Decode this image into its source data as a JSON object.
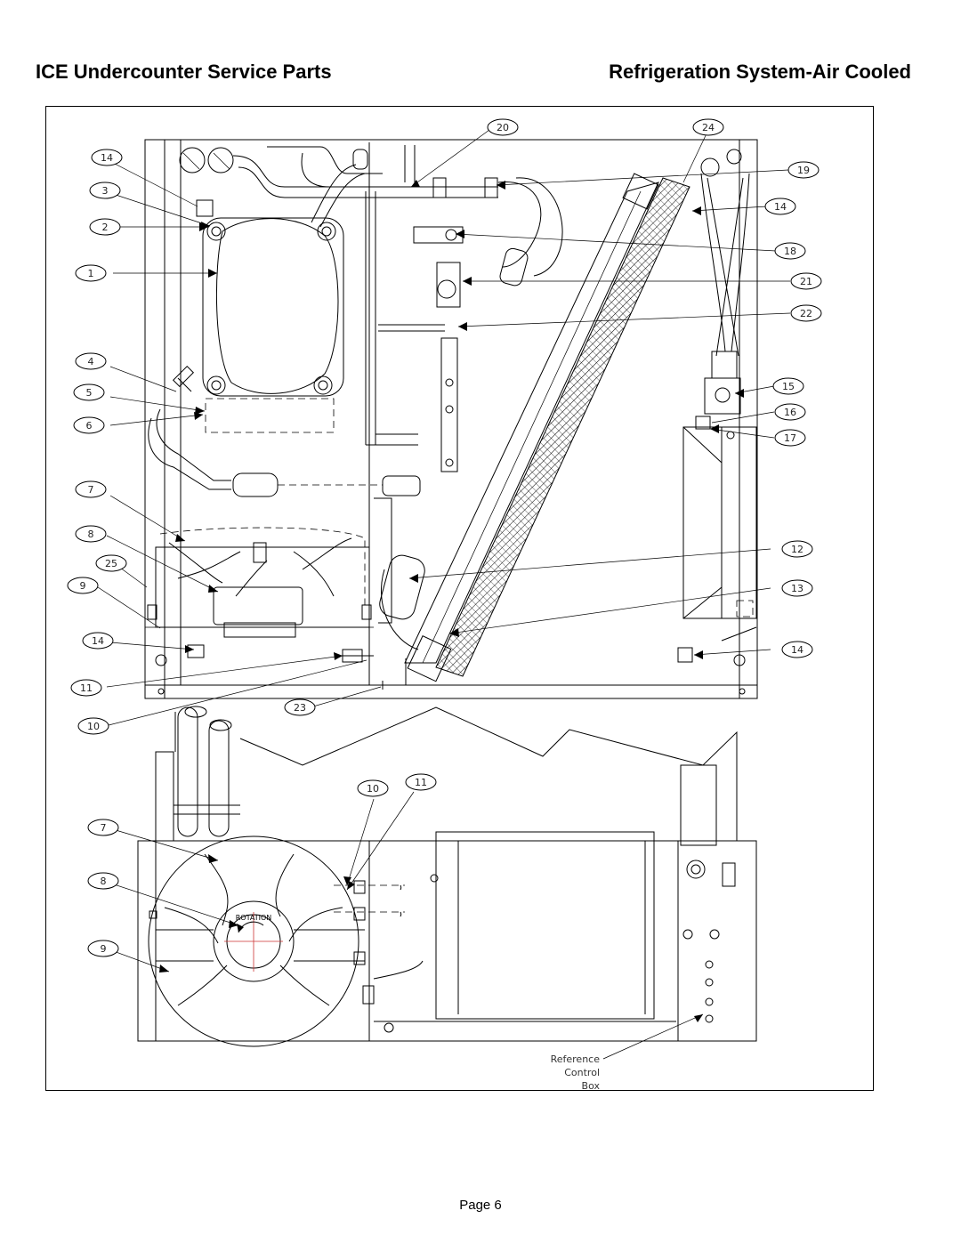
{
  "header": {
    "title_left": "ICE Undercounter Service Parts",
    "title_right": "Refrigeration System-Air Cooled"
  },
  "footer": {
    "page": "Page 6"
  },
  "diagram": {
    "callouts_upper": [
      {
        "id": "c20",
        "label": "20"
      },
      {
        "id": "c24",
        "label": "24"
      },
      {
        "id": "c14a",
        "label": "14"
      },
      {
        "id": "c3",
        "label": "3"
      },
      {
        "id": "c2",
        "label": "2"
      },
      {
        "id": "c1",
        "label": "1"
      },
      {
        "id": "c4",
        "label": "4"
      },
      {
        "id": "c5",
        "label": "5"
      },
      {
        "id": "c6",
        "label": "6"
      },
      {
        "id": "c7a",
        "label": "7"
      },
      {
        "id": "c8a",
        "label": "8"
      },
      {
        "id": "c25",
        "label": "25"
      },
      {
        "id": "c9a",
        "label": "9"
      },
      {
        "id": "c14b",
        "label": "14"
      },
      {
        "id": "c11a",
        "label": "11"
      },
      {
        "id": "c10a",
        "label": "10"
      },
      {
        "id": "c23",
        "label": "23"
      },
      {
        "id": "c19",
        "label": "19"
      },
      {
        "id": "c14c",
        "label": "14"
      },
      {
        "id": "c18",
        "label": "18"
      },
      {
        "id": "c21",
        "label": "21"
      },
      {
        "id": "c22",
        "label": "22"
      },
      {
        "id": "c15",
        "label": "15"
      },
      {
        "id": "c16",
        "label": "16"
      },
      {
        "id": "c17",
        "label": "17"
      },
      {
        "id": "c12",
        "label": "12"
      },
      {
        "id": "c13",
        "label": "13"
      },
      {
        "id": "c14d",
        "label": "14"
      }
    ],
    "callouts_lower": [
      {
        "id": "c10b",
        "label": "10"
      },
      {
        "id": "c11b",
        "label": "11"
      },
      {
        "id": "c7b",
        "label": "7"
      },
      {
        "id": "c8b",
        "label": "8"
      },
      {
        "id": "c9b",
        "label": "9"
      }
    ],
    "reference_note": [
      "Reference",
      "Control",
      "Box"
    ],
    "rotation_label": "ROTATION"
  }
}
